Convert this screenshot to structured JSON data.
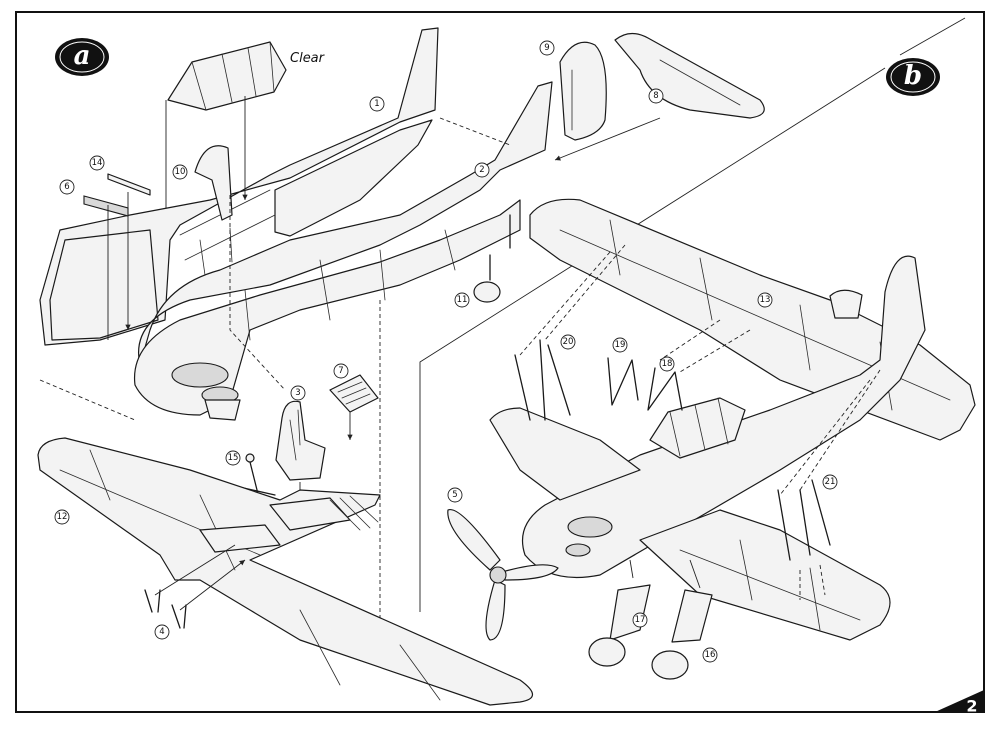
{
  "sheet": {
    "page_number": "2",
    "step_a_label": "a",
    "step_b_label": "b",
    "clear_note": "Clear"
  },
  "part_numbers": [
    "1",
    "2",
    "3",
    "4",
    "5",
    "6",
    "7",
    "8",
    "9",
    "10",
    "11",
    "12",
    "13",
    "14",
    "15",
    "16",
    "17",
    "18",
    "19",
    "20",
    "21"
  ],
  "colors": {
    "ink": "#1a1a1a",
    "paper": "#ffffff",
    "badge": "#111111"
  }
}
